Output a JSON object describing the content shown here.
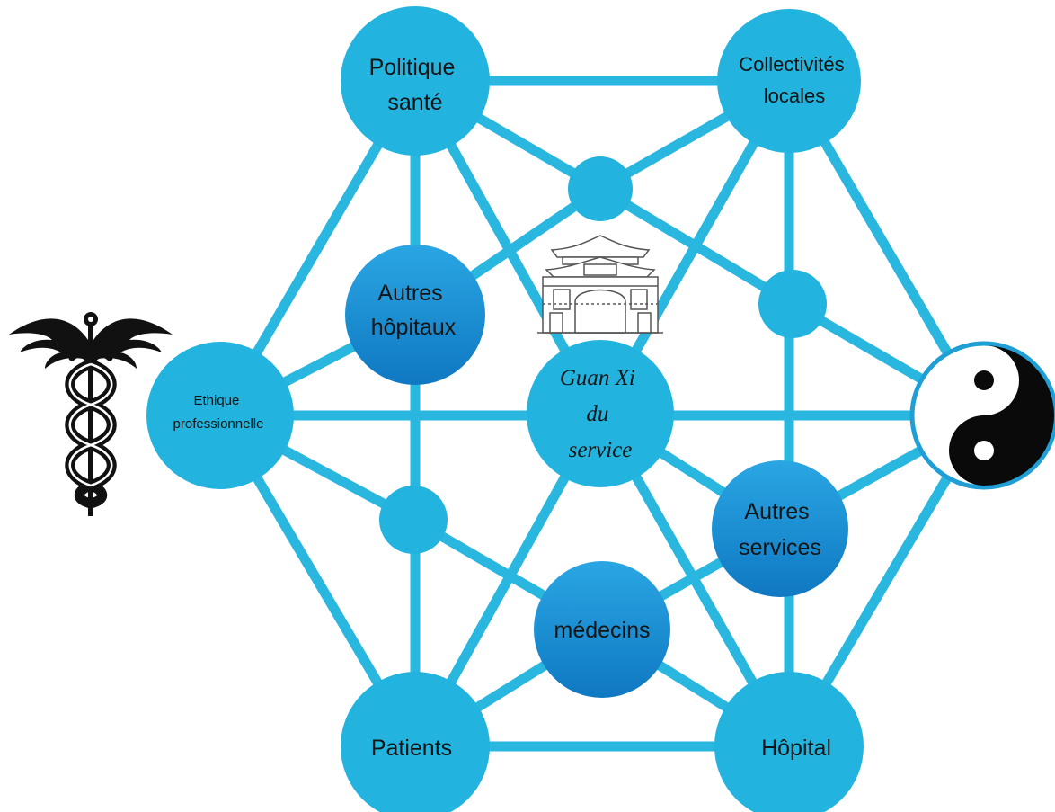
{
  "nodes": {
    "politique": {
      "lines": [
        "Politique",
        "santé"
      ]
    },
    "collectivites": {
      "lines": [
        "Collectivités",
        "locales"
      ]
    },
    "ethique": {
      "lines": [
        "Ethique",
        "professionnelle"
      ]
    },
    "autres_hopitaux": {
      "lines": [
        "Autres",
        "hôpitaux"
      ]
    },
    "guanxi": {
      "lines": [
        "Guan Xi",
        "du",
        "service"
      ]
    },
    "autres_services": {
      "lines": [
        "Autres",
        "services"
      ]
    },
    "medecins": {
      "lines": [
        "médecins"
      ]
    },
    "patients": {
      "lines": [
        "Patients"
      ]
    },
    "hopital": {
      "lines": [
        "Hôpital"
      ]
    }
  },
  "colors": {
    "edge": "#29b6df",
    "node_light": "#22b3df",
    "node_dark_top": "#2aa6e3",
    "node_dark_bottom": "#0f78c2",
    "text": "#141414"
  },
  "icons": {
    "left": "caduceus-icon",
    "center": "chinese-gate-icon",
    "right": "yin-yang-icon"
  }
}
